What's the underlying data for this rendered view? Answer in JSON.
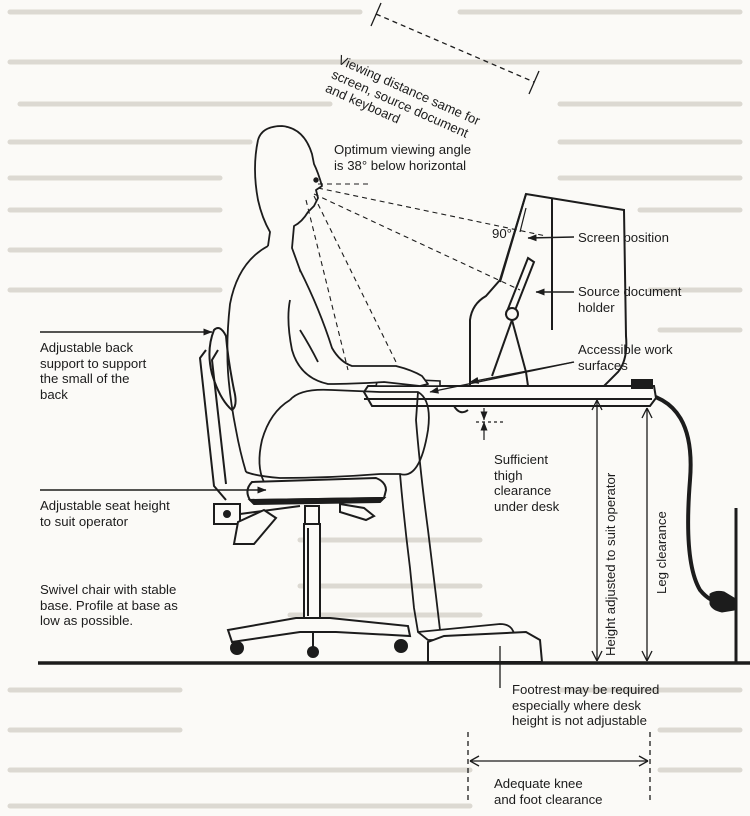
{
  "labels": {
    "viewing_distance": "Viewing distance same for\nscreen, source document\nand keyboard",
    "optimum_angle": "Optimum viewing angle\nis 38° below horizontal",
    "angle_90": "90°",
    "screen_position": "Screen position",
    "source_holder": "Source document\nholder",
    "work_surfaces": "Accessible work\nsurfaces",
    "back_support": "Adjustable back\nsupport to support\nthe small of the\nback",
    "thigh_clearance": "Sufficient\nthigh\nclearance\nunder desk",
    "seat_height": "Adjustable seat height\nto suit operator",
    "swivel_chair": "Swivel chair with stable\nbase. Profile at base as\nlow as possible.",
    "height_adjusted": "Height adjusted to suit operator",
    "leg_clearance": "Leg clearance",
    "footrest": "Footrest may be required\nespecially where desk\nheight is not adjustable",
    "knee_clearance": "Adequate knee\nand foot clearance"
  },
  "colors": {
    "ink": "#1c1c1c",
    "paper": "#fbfaf7",
    "bleed": "#d9d6cf"
  }
}
